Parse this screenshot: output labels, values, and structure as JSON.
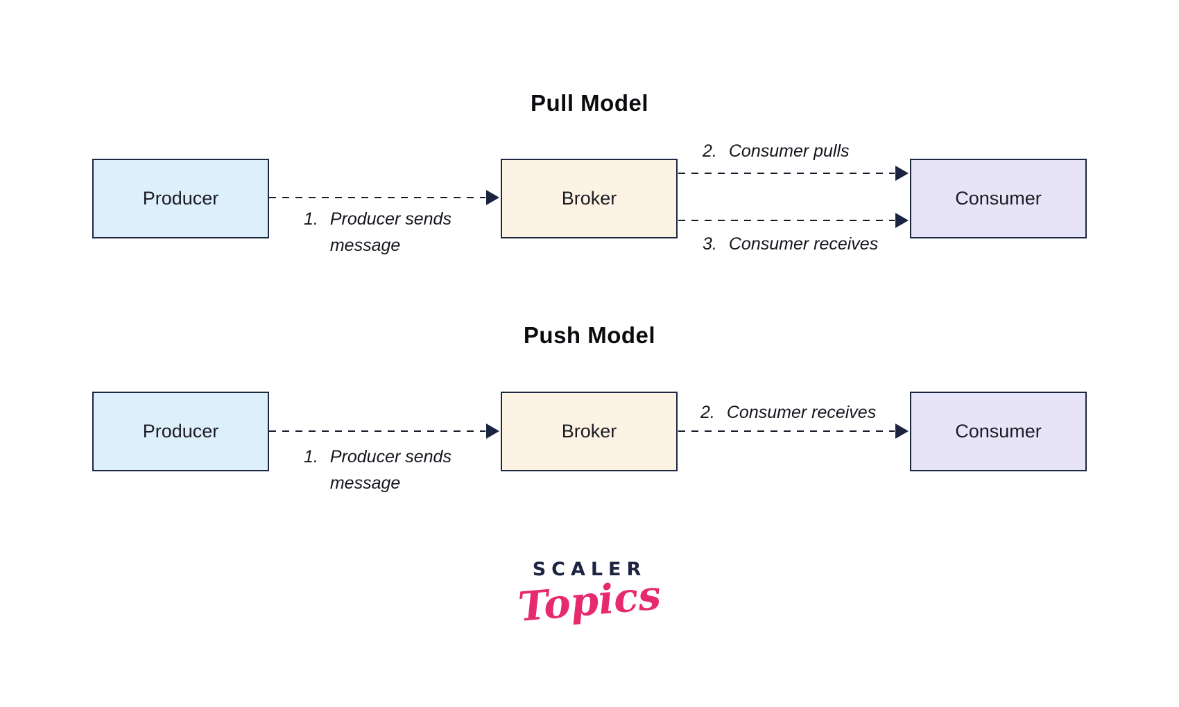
{
  "pull": {
    "title": "Pull Model",
    "producer": "Producer",
    "broker": "Broker",
    "consumer": "Consumer",
    "step1": {
      "num": "1.",
      "line1": "Producer sends",
      "line2": "message"
    },
    "step2": {
      "num": "2.",
      "text": "Consumer pulls"
    },
    "step3": {
      "num": "3.",
      "text": "Consumer receives"
    }
  },
  "push": {
    "title": "Push Model",
    "producer": "Producer",
    "broker": "Broker",
    "consumer": "Consumer",
    "step1": {
      "num": "1.",
      "line1": "Producer sends",
      "line2": "message"
    },
    "step2": {
      "num": "2.",
      "text": "Consumer receives"
    }
  },
  "logo": {
    "brand": "SCALER",
    "product": "Topics"
  },
  "colors": {
    "producer_fill": "#ddeffb",
    "broker_fill": "#fdf3e4",
    "consumer_fill": "#e7e4f8",
    "node_border": "#1d2742",
    "arrow": "#1b2340",
    "logo_navy": "#1c2442",
    "logo_pink": "#e72a6e"
  }
}
